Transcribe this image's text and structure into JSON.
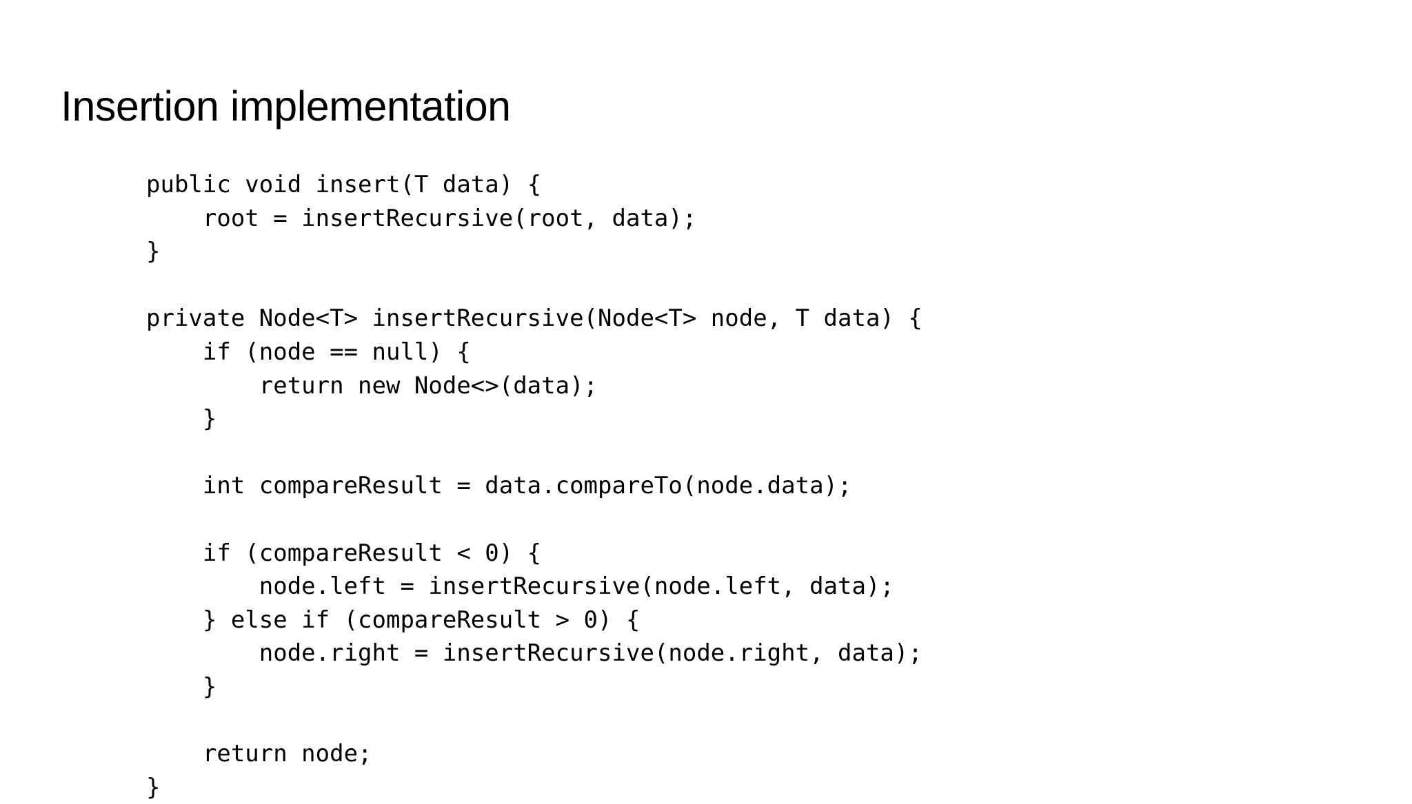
{
  "slide": {
    "title": "Insertion implementation",
    "background_color": "#ffffff",
    "text_color": "#000000"
  },
  "code": {
    "language": "java",
    "lines": [
      "public void insert(T data) {",
      "    root = insertRecursive(root, data);",
      "}",
      "",
      "private Node<T> insertRecursive(Node<T> node, T data) {",
      "    if (node == null) {",
      "        return new Node<>(data);",
      "    }",
      "",
      "    int compareResult = data.compareTo(node.data);",
      "",
      "    if (compareResult < 0) {",
      "        node.left = insertRecursive(node.left, data);",
      "    } else if (compareResult > 0) {",
      "        node.right = insertRecursive(node.right, data);",
      "    }",
      "",
      "    return node;",
      "}"
    ]
  }
}
